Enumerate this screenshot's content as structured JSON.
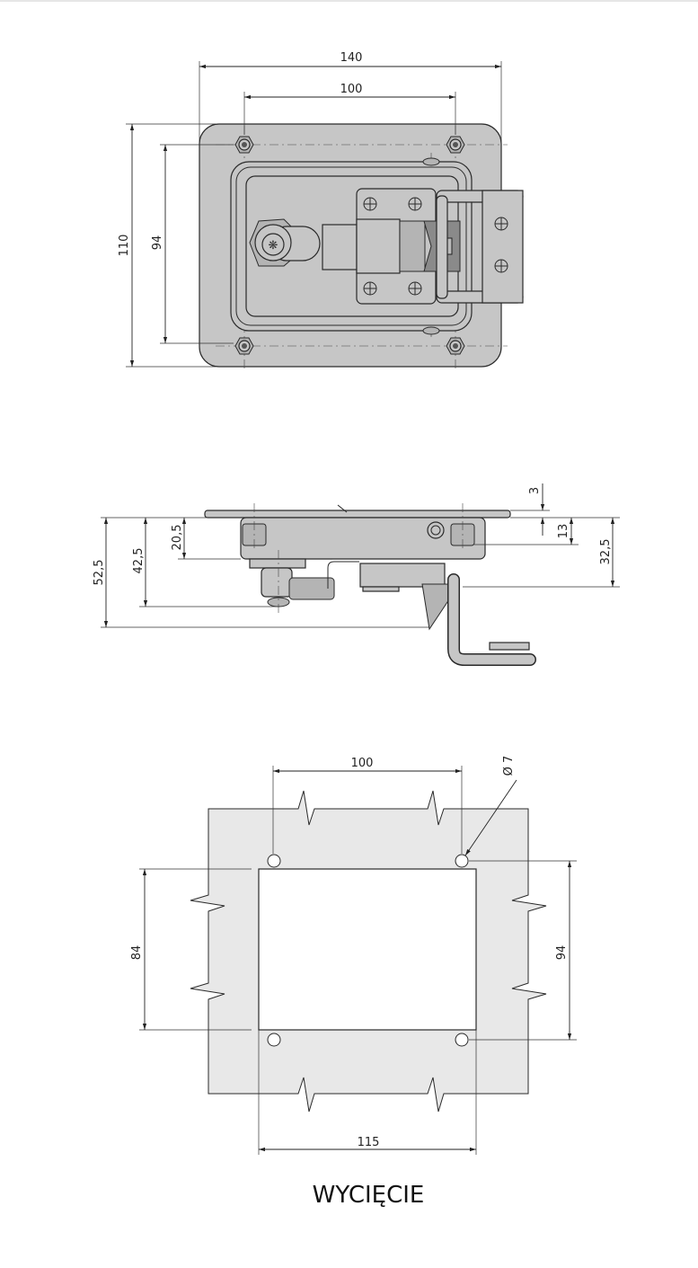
{
  "top_view": {
    "dim_width_overall": "140",
    "dim_hole_spacing_h": "100",
    "dim_height_overall": "110",
    "dim_hole_spacing_v": "94"
  },
  "side_view": {
    "dim_total_depth": "52,5",
    "dim_cam_depth": "42,5",
    "dim_body_depth": "20,5",
    "dim_flange_thickness": "3",
    "dim_nut_depth": "13",
    "dim_latch_depth": "32,5"
  },
  "cutout_view": {
    "dim_hole_spacing_h": "100",
    "dim_hole_diameter": "Ø 7",
    "dim_cutout_height": "84",
    "dim_hole_spacing_v": "94",
    "dim_cutout_width": "115",
    "title": "WYCIĘCIE"
  },
  "colors": {
    "part": "#c6c6c6",
    "cutout_panel": "#e8e8e8",
    "lines": "#222222"
  }
}
